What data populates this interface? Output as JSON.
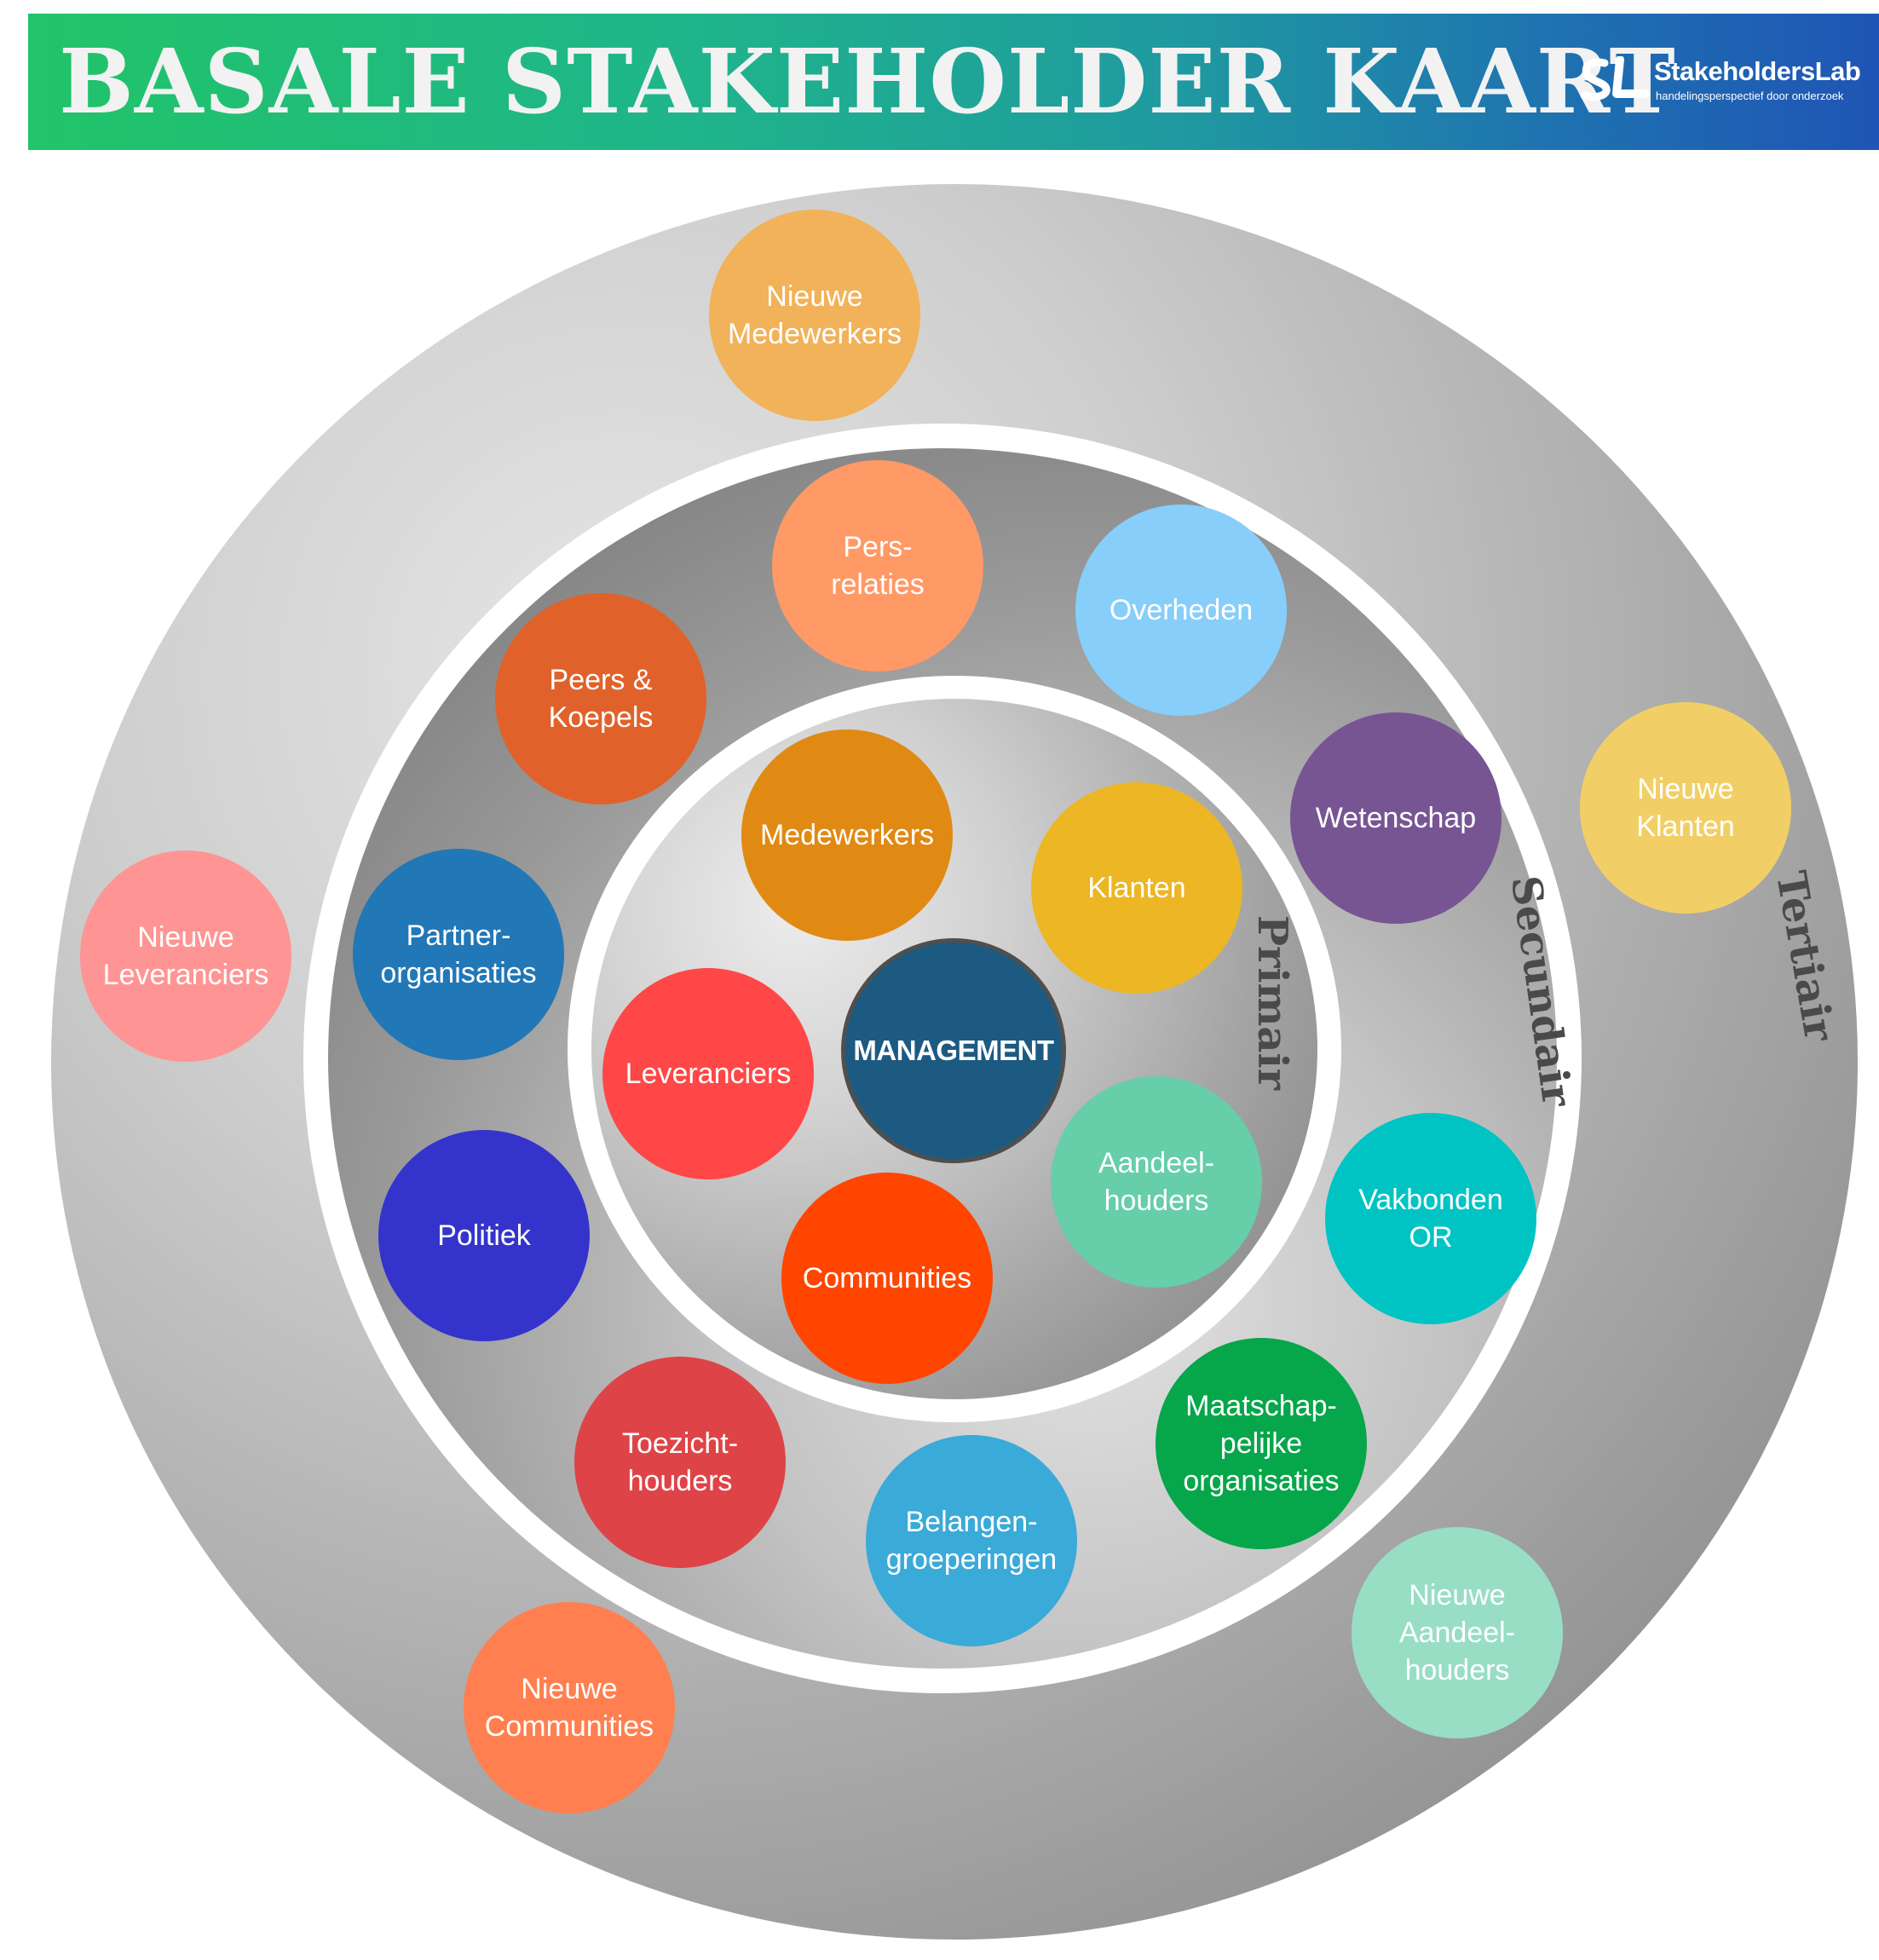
{
  "header": {
    "title": "BASALE STAKEHOLDER KAART",
    "logo_mark": "SL",
    "logo_name": "StakeholdersLab",
    "logo_tagline": "handelingsperspectief door onderzoek"
  },
  "rings": {
    "primary_label": "Primair",
    "secondary_label": "Secundair",
    "tertiary_label": "Tertiair"
  },
  "center": {
    "label": "MANAGEMENT",
    "color": "#1d5a82"
  },
  "primary_stakeholders": [
    {
      "label": "Medewerkers",
      "color": "#e08a14"
    },
    {
      "label": "Klanten",
      "color": "#ecb624"
    },
    {
      "label": "Leveranciers",
      "color": "#ff4747"
    },
    {
      "label": "Aandeel-\nhouders",
      "color": "#66cea9"
    },
    {
      "label": "Communities",
      "color": "#ff4500"
    }
  ],
  "secondary_stakeholders": [
    {
      "label": "Pers-\nrelaties",
      "color": "#ff9966"
    },
    {
      "label": "Overheden",
      "color": "#87cefa"
    },
    {
      "label": "Peers &\nKoepels",
      "color": "#e0622a"
    },
    {
      "label": "Wetenschap",
      "color": "#775593"
    },
    {
      "label": "Partner-\norganisaties",
      "color": "#2277b6"
    },
    {
      "label": "Politiek",
      "color": "#3434cc"
    },
    {
      "label": "Vakbonden\nOR",
      "color": "#00c4c4"
    },
    {
      "label": "Toezicht-\nhouders",
      "color": "#de4447"
    },
    {
      "label": "Maatschap-\npelijke\norganisaties",
      "color": "#06a64a"
    },
    {
      "label": "Belangen-\ngroeperingen",
      "color": "#3aaad8"
    }
  ],
  "tertiary_stakeholders": [
    {
      "label": "Nieuwe\nMedewerkers",
      "color": "#f1b25a"
    },
    {
      "label": "Nieuwe\nKlanten",
      "color": "#f2cf66"
    },
    {
      "label": "Nieuwe\nLeveranciers",
      "color": "#ff9494"
    },
    {
      "label": "Nieuwe\nAandeel-\nhouders",
      "color": "#98dec5"
    },
    {
      "label": "Nieuwe\nCommunities",
      "color": "#ff7f50"
    }
  ]
}
